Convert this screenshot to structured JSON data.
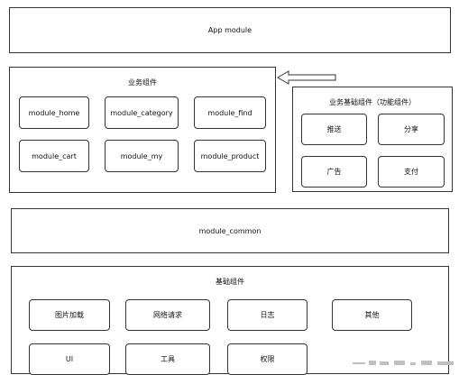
{
  "app_module": {
    "label": "App module"
  },
  "business_components": {
    "title": "业务组件",
    "modules": [
      "module_home",
      "module_category",
      "module_find",
      "module_cart",
      "module_my",
      "module_product"
    ]
  },
  "business_base_components": {
    "title": "业务基础组件（功能组件）",
    "items": [
      "推送",
      "分享",
      "广告",
      "支付"
    ]
  },
  "module_common": {
    "label": "module_common"
  },
  "base_components": {
    "title": "基础组件",
    "row1": [
      "图片加载",
      "网络请求",
      "日志",
      "其他"
    ],
    "row2": [
      "UI",
      "工具",
      "权限"
    ]
  },
  "colors": {
    "border": "#333333",
    "background": "#ffffff",
    "text": "#111111"
  },
  "icons": {
    "arrow": "left-arrow-icon"
  }
}
